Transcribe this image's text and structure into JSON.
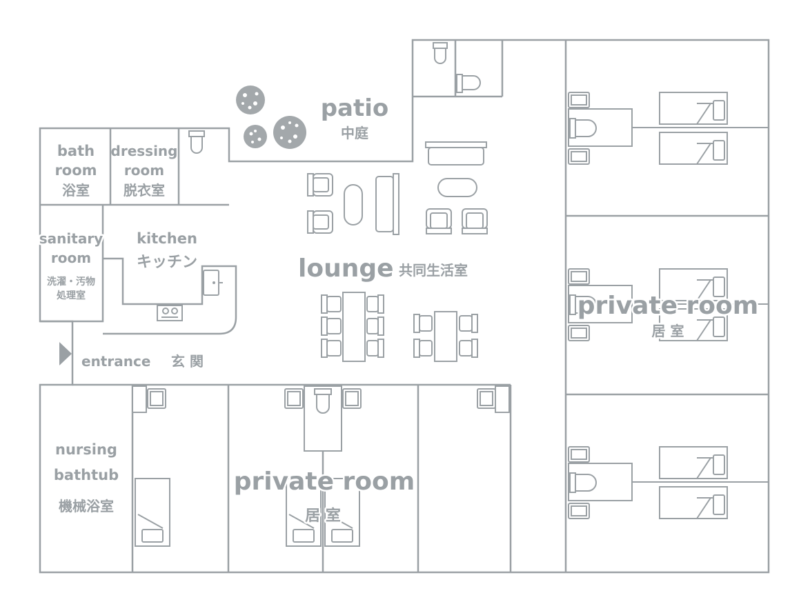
{
  "rooms": {
    "patio": {
      "en": "patio",
      "jp": "中庭"
    },
    "bathroom": {
      "en1": "bath",
      "en2": "room",
      "jp": "浴室"
    },
    "dressing": {
      "en1": "dressing",
      "en2": "room",
      "jp": "脱衣室"
    },
    "sanitary": {
      "en1": "sanitary",
      "en2": "room",
      "jp1": "洗濯・汚物",
      "jp2": "処理室"
    },
    "kitchen": {
      "en": "kitchen",
      "jp": "キッチン"
    },
    "lounge": {
      "en": "lounge",
      "jp": "共同生活室"
    },
    "entrance": {
      "en": "entrance",
      "jp": "玄 関"
    },
    "nursing": {
      "en1": "nursing",
      "en2": "bathtub",
      "jp": "機械浴室"
    },
    "private_bottom": {
      "en": "private room",
      "jp": "居 室"
    },
    "private_right": {
      "en": "private room",
      "jp": "居 室"
    }
  },
  "colors": {
    "line": "#9aa0a4",
    "text": "#9aa0a4",
    "background": "#ffffff"
  }
}
